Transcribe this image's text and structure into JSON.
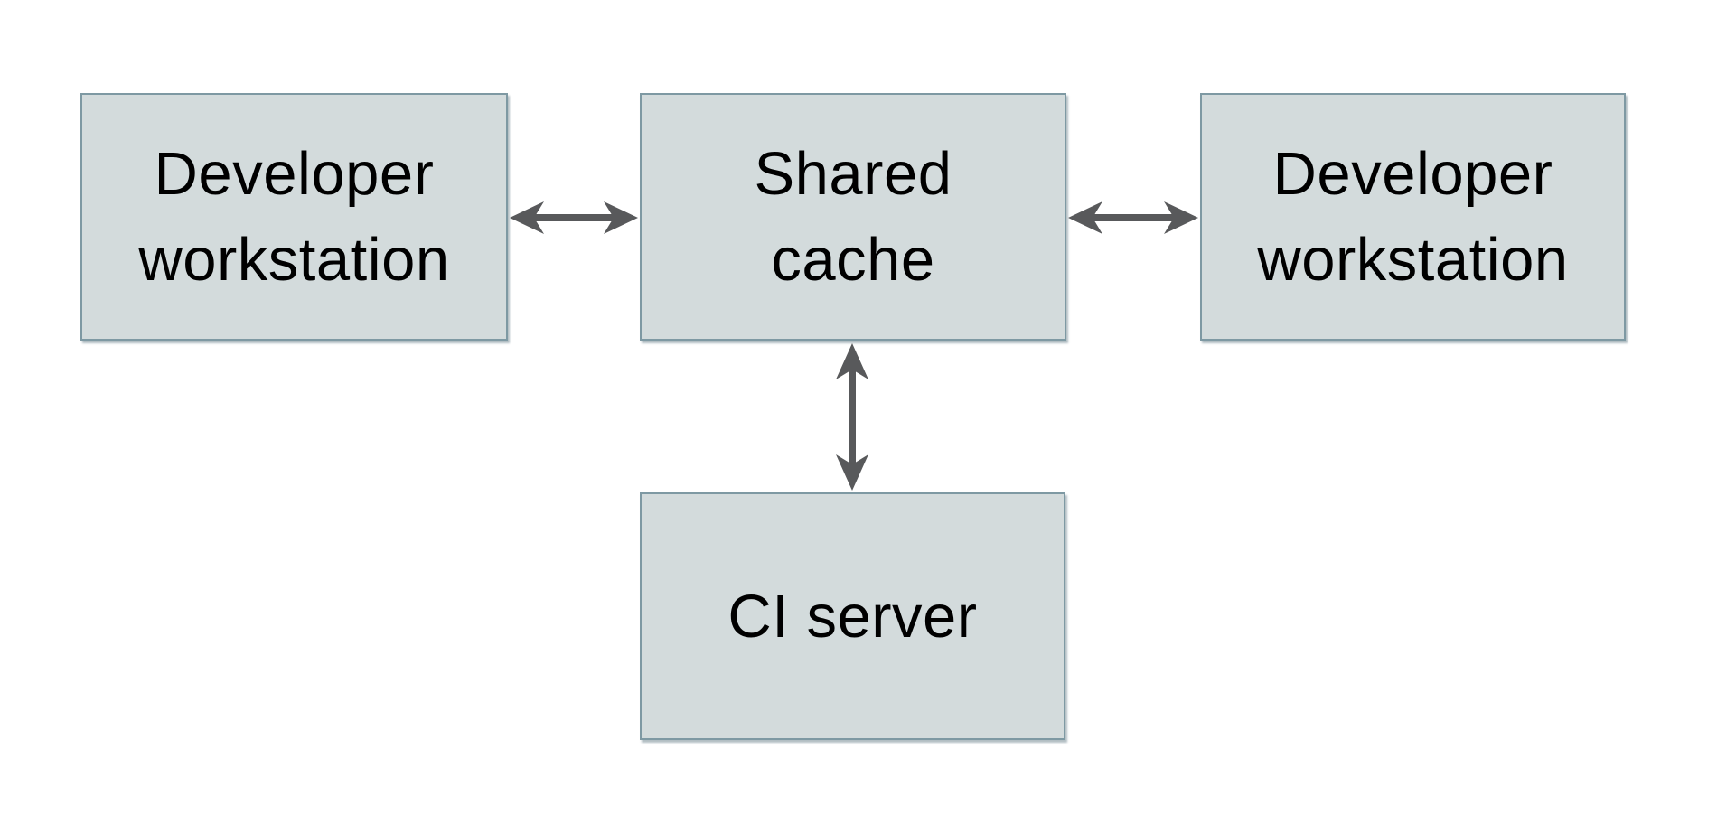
{
  "diagram": {
    "nodes": [
      {
        "id": "developer-workstation-left",
        "label": "Developer\nworkstation"
      },
      {
        "id": "shared-cache",
        "label": "Shared\ncache"
      },
      {
        "id": "developer-workstation-right",
        "label": "Developer\nworkstation"
      },
      {
        "id": "ci-server",
        "label": "CI server"
      }
    ],
    "edges": [
      {
        "from": "developer-workstation-left",
        "to": "shared-cache",
        "direction": "bidirectional",
        "orientation": "horizontal"
      },
      {
        "from": "shared-cache",
        "to": "developer-workstation-right",
        "direction": "bidirectional",
        "orientation": "horizontal"
      },
      {
        "from": "shared-cache",
        "to": "ci-server",
        "direction": "bidirectional",
        "orientation": "vertical"
      }
    ],
    "colors": {
      "background": "#ffffff",
      "node_fill": "#d3dbdc",
      "node_border": "#7e99a3",
      "arrow": "#58595b",
      "text": "#000000"
    }
  }
}
